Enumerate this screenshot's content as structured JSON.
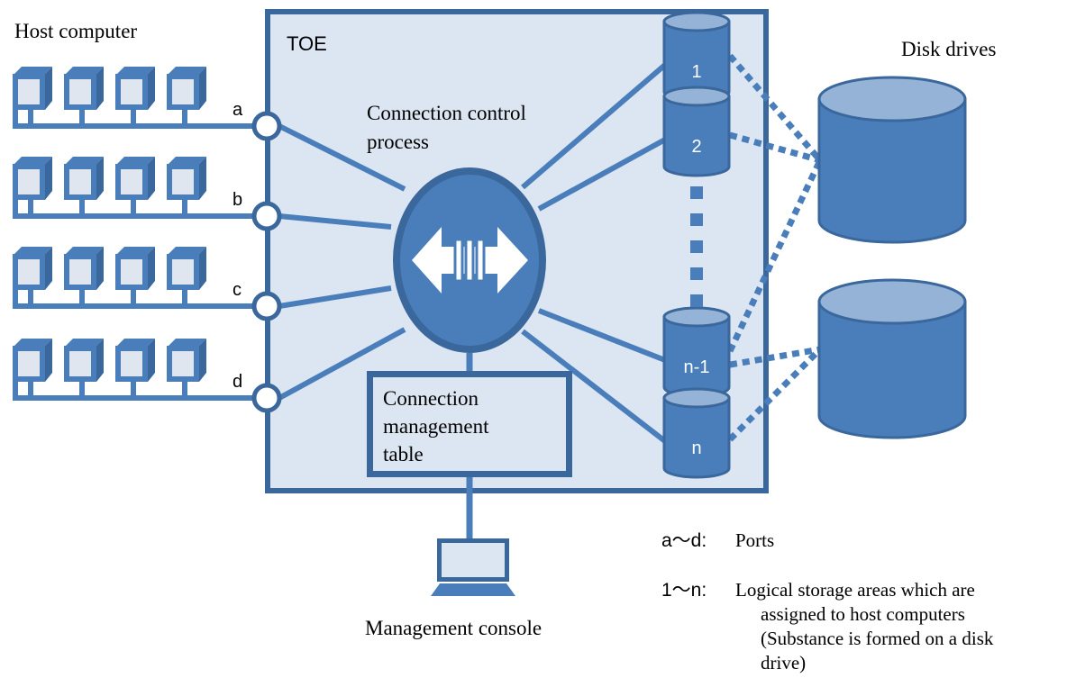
{
  "labels": {
    "host_computer": "Host computer",
    "toe": "TOE",
    "disk_drives": "Disk drives",
    "connection_control_line1": "Connection control",
    "connection_control_line2": "process",
    "table_line1": "Connection",
    "table_line2": "management",
    "table_line3": "table",
    "management_console": "Management console"
  },
  "ports": [
    "a",
    "b",
    "c",
    "d"
  ],
  "storage_areas": [
    "1",
    "2",
    "n-1",
    "n"
  ],
  "legend": {
    "ports_key": "a〜d:",
    "ports_desc": "Ports",
    "areas_key": "1〜n:",
    "areas_desc_lines": [
      "Logical storage areas which are",
      "assigned to host computers",
      "(Substance is formed on a disk",
      "drive)"
    ]
  },
  "colors": {
    "primary": "#4a7ebb",
    "dark_border": "#3a679c",
    "toe_fill": "#dce6f2",
    "cylinder_top": "#95b3d7",
    "computer_fill": "#dfe6f0"
  },
  "icons": {
    "host": "computer-icon",
    "process": "bidirectional-arrow-icon",
    "console": "laptop-icon",
    "storage": "cylinder-icon"
  }
}
